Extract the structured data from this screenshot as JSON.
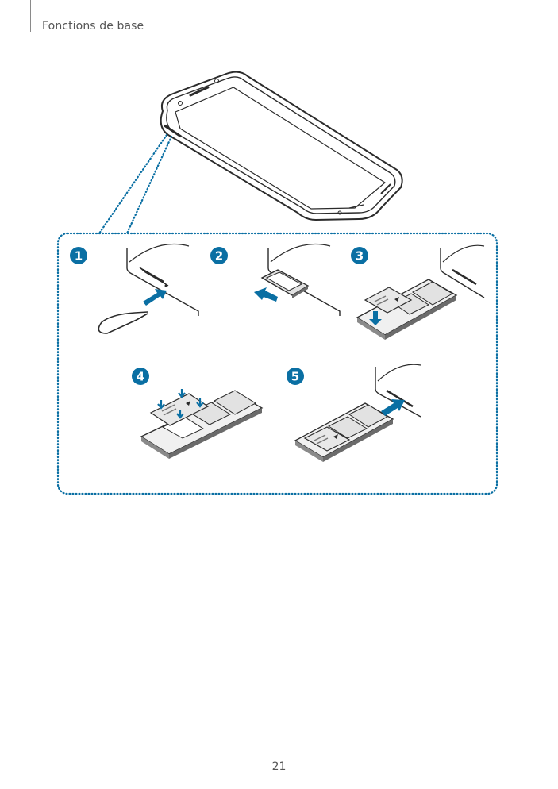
{
  "header": {
    "section_title": "Fonctions de base"
  },
  "footer": {
    "page_number": "21"
  },
  "figure": {
    "steps": [
      {
        "number": "1"
      },
      {
        "number": "2"
      },
      {
        "number": "3"
      },
      {
        "number": "4"
      },
      {
        "number": "5"
      }
    ],
    "colors": {
      "accent": "#0a6fa3",
      "line": "#2b2b2b",
      "tray": "#6b6b6b",
      "card": "#e2e2e2"
    }
  }
}
